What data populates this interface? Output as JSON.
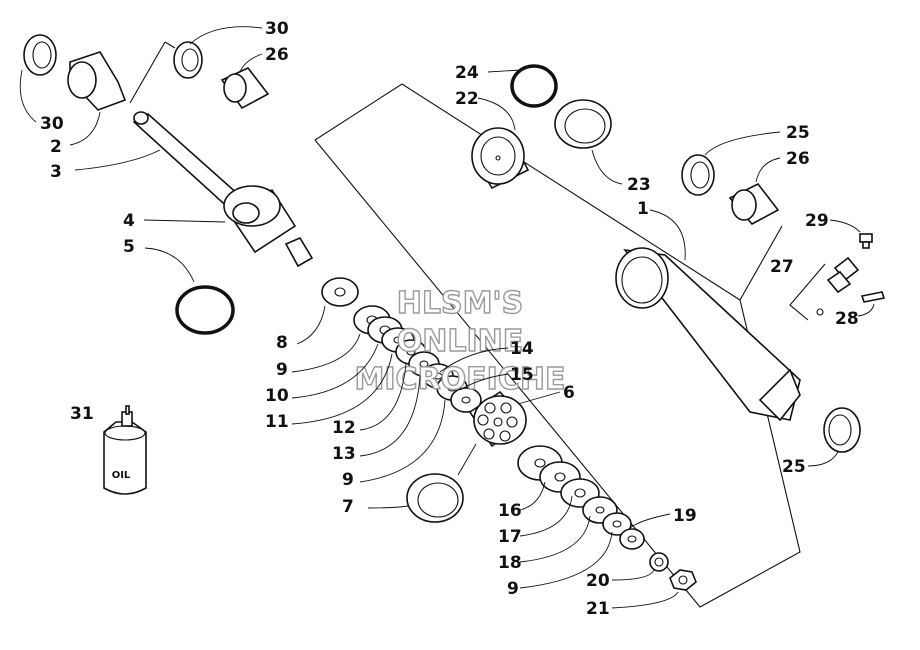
{
  "diagram": {
    "watermark": [
      "HLSM'S",
      "ONLINE",
      "MICROFICHE"
    ],
    "oil_label": "OIL",
    "callouts": {
      "c30a": "30",
      "c26a": "26",
      "c30b": "30",
      "c2": "2",
      "c3": "3",
      "c4": "4",
      "c5": "5",
      "c8": "8",
      "c9a": "9",
      "c10": "10",
      "c11": "11",
      "c12": "12",
      "c13": "13",
      "c9b": "9",
      "c7": "7",
      "c31": "31",
      "c24": "24",
      "c22": "22",
      "c23": "23",
      "c1": "1",
      "c14": "14",
      "c15": "15",
      "c6": "6",
      "c16": "16",
      "c17": "17",
      "c18": "18",
      "c9c": "9",
      "c19": "19",
      "c20": "20",
      "c21": "21",
      "c25a": "25",
      "c26b": "26",
      "c29": "29",
      "c27": "27",
      "c28": "28",
      "c25b": "25"
    }
  }
}
